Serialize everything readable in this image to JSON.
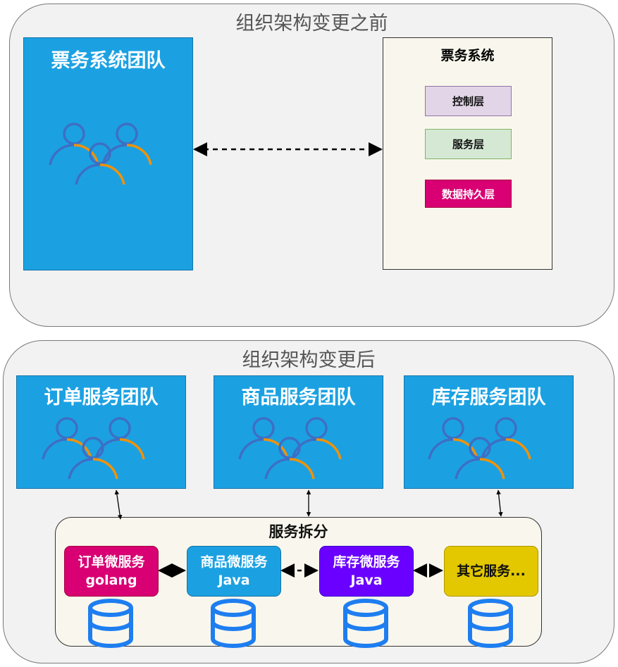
{
  "before": {
    "title": "组织架构变更之前",
    "team": "票务系统团队",
    "system": {
      "title": "票务系统",
      "layers": [
        "控制层",
        "服务层",
        "数据持久层"
      ]
    }
  },
  "after": {
    "title": "组织架构变更后",
    "teams": [
      "订单服务团队",
      "商品服务团队",
      "库存服务团队"
    ],
    "split": {
      "title": "服务拆分",
      "services": [
        {
          "name": "订单微服务",
          "lang": "golang",
          "color": "#d80073"
        },
        {
          "name": "商品微服务",
          "lang": "Java",
          "color": "#1ba1e2"
        },
        {
          "name": "库存微服务",
          "lang": "Java",
          "color": "#6a00ff"
        },
        {
          "name": "其它服务...",
          "lang": "",
          "color": "#e3c800"
        }
      ]
    }
  },
  "colors": {
    "team_fill": "#1ba1e2",
    "person_stroke": "#3d6fc4",
    "person_accent": "#f0920a",
    "db_stroke": "#1e7ef0",
    "layer_control": "#e1d5e7",
    "layer_service": "#d5e8d4",
    "layer_persist": "#d80073"
  },
  "icons": [
    "team-people-icon",
    "database-icon",
    "double-arrow-icon"
  ]
}
